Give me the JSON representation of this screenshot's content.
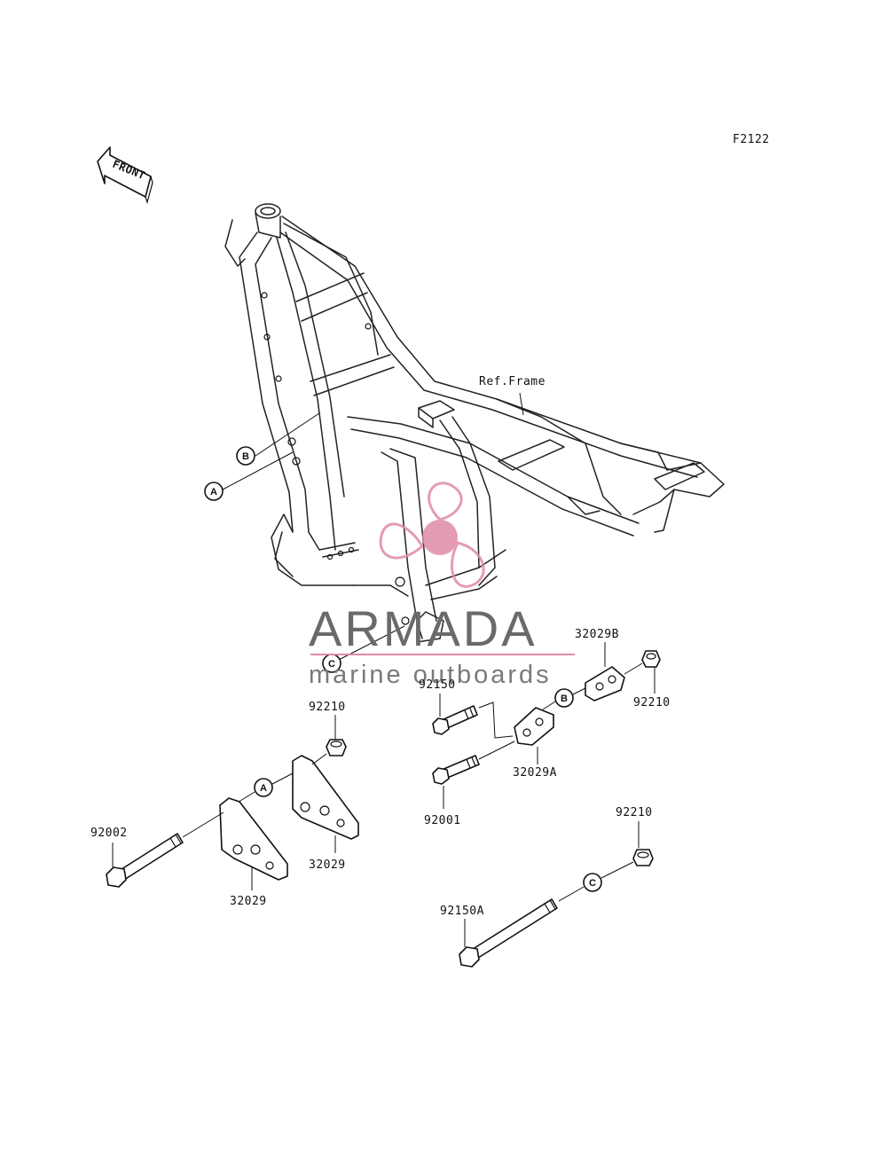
{
  "diagram_code": "F2122",
  "front_arrow_label": "FRONT",
  "ref_frame_label": "Ref.Frame",
  "callouts": {
    "a": "A",
    "b": "B",
    "c": "C"
  },
  "parts": {
    "bracket_b": "32029B",
    "nut_upper_right": "92210",
    "bolt_92150": "92150",
    "bracket_a": "32029A",
    "bolt_92001": "92001",
    "nut_left": "92210",
    "bolt_92002": "92002",
    "bracket_left_rear": "32029",
    "bracket_left_front": "32029",
    "nut_lower_right": "92210",
    "bolt_92150a": "92150A"
  },
  "watermark": {
    "brand": "ARMADA",
    "tagline": "marine outboards",
    "color_pink": "#e08aa8",
    "color_gray": "#6a6a6a"
  }
}
